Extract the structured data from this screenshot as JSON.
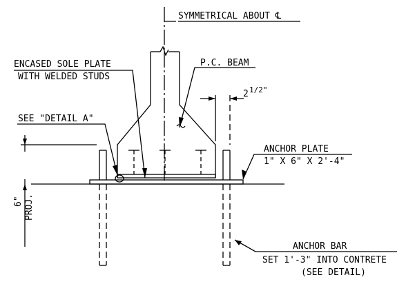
{
  "drawing": {
    "symmetry_label": "SYMMETRICAL ABOUT ℄",
    "sole_plate_label_line1": "ENCASED SOLE PLATE",
    "sole_plate_label_line2": "WITH WELDED STUDS",
    "beam_label": "P.C. BEAM",
    "detail_ref_label": "SEE \"DETAIL A\"",
    "dim_edge_whole": "2",
    "dim_edge_fraction": "1/2\"",
    "anchor_plate_label": "ANCHOR PLATE",
    "anchor_plate_size": "1\" X 6\" X 2'-4\"",
    "projection_dim": "6\"",
    "projection_label": "PROJ.",
    "anchor_bar_label": "ANCHOR BAR",
    "anchor_bar_embed": "SET 1'-3\" INTO CONTRETE",
    "anchor_bar_ref": "(SEE DETAIL)"
  }
}
